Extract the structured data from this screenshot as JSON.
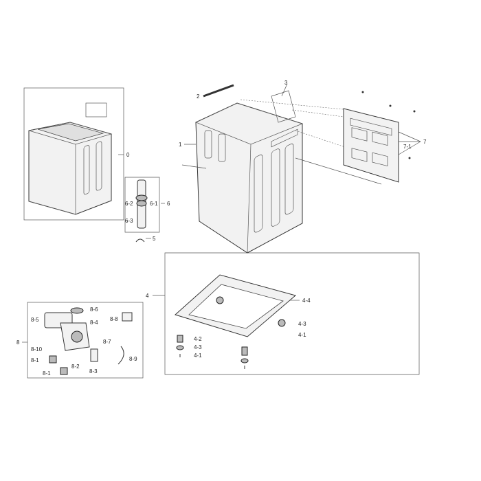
{
  "colors": {
    "line": "#333333",
    "background": "#ffffff"
  },
  "labels": {
    "assembly": "0",
    "cabinet": "1",
    "strip": "2",
    "frame": "3",
    "base": "4",
    "base_main": "4-4",
    "foot_3": "4-3",
    "foot_1": "4-1",
    "foot_2": "4-2",
    "clamp": "5",
    "hose": "6",
    "hose_1": "6-1",
    "hose_2": "6-2",
    "hose_3": "6-3",
    "back_panel": "7",
    "back_panel_1": "7-1",
    "pump": "8",
    "pump_5": "8-5",
    "pump_6": "8-6",
    "pump_4": "8-4",
    "pump_8": "8-8",
    "pump_10": "8-10",
    "pump_1": "8-1",
    "pump_2": "8-2",
    "pump_7": "8-7",
    "pump_9": "8-9",
    "pump_3": "8-3"
  }
}
